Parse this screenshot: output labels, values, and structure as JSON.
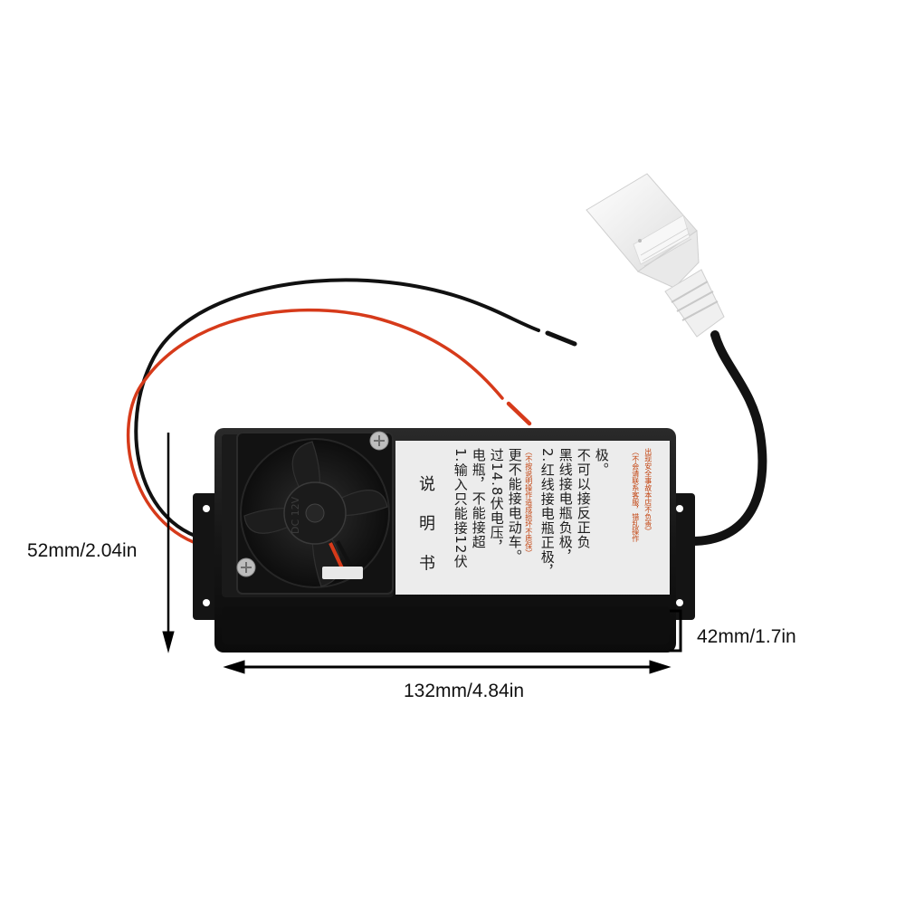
{
  "dimensions": {
    "overall_height": "52mm/2.04in",
    "body_height": "42mm/1.7in",
    "length": "132mm/4.84in"
  },
  "label_card": {
    "heading": "说 明 书",
    "lines": [
      "1.输入只能接12伏",
      "电瓶，不能接超",
      "过14.8伏电压，",
      "更不能接电动车。"
    ],
    "note_1": "（不按说明操作造成损坏不质保）",
    "lines_2": [
      "2.红线接电瓶正极，",
      "黑线接电瓶负极，",
      "不可以接反正负",
      "极。"
    ],
    "note_2": "（不会请联系客服，错乱操作",
    "note_3": "出现安全事故本店不负责）"
  },
  "fan_label": "DC 12V",
  "colors": {
    "housing": "#141414",
    "red_wire": "#d63a1a",
    "black_wire": "#111111",
    "connector": "#f2f2f2",
    "card": "#ececec",
    "note_text": "#c2410c"
  }
}
